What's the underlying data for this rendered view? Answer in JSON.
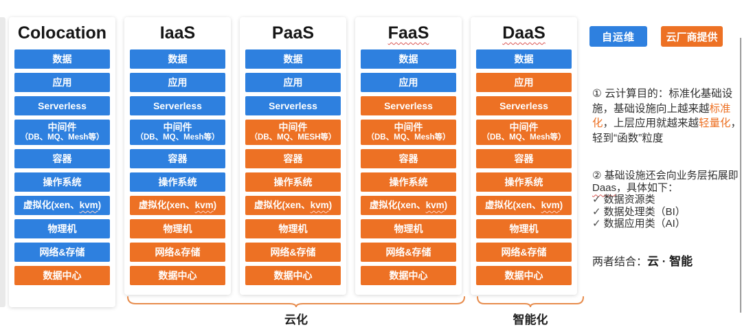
{
  "colors": {
    "blue": "#2E80DF",
    "orange": "#ED7124",
    "highlight": "#ED7124",
    "brace": "#E78B4B",
    "squiggle_red": "#D9534F",
    "squiggle_white": "#FFD6CC"
  },
  "legend": {
    "items": [
      {
        "label": "自运维",
        "type": "blue"
      },
      {
        "label": "云厂商提供",
        "type": "orange"
      }
    ]
  },
  "columns": [
    {
      "id": "colocation",
      "title": "Colocation",
      "title_wavy": false,
      "tall": true,
      "blocks": [
        {
          "label": "数据",
          "color": "blue"
        },
        {
          "label": "应用",
          "color": "blue"
        },
        {
          "label": "Serverless",
          "color": "blue"
        },
        {
          "label": "中间件",
          "sub": "（DB、MQ、Mesh等）",
          "color": "blue"
        },
        {
          "label": "容器",
          "color": "blue"
        },
        {
          "label": "操作系统",
          "color": "blue"
        },
        {
          "pre": "虚拟化(xen、",
          "wavy": "kvm",
          "post": ")",
          "color": "blue"
        },
        {
          "label": "物理机",
          "color": "blue"
        },
        {
          "label": "网络&存储",
          "color": "blue"
        },
        {
          "label": "数据中心",
          "color": "orange"
        }
      ]
    },
    {
      "id": "iaas",
      "title": "IaaS",
      "title_wavy": false,
      "tall": false,
      "blocks": [
        {
          "label": "数据",
          "color": "blue"
        },
        {
          "label": "应用",
          "color": "blue"
        },
        {
          "label": "Serverless",
          "color": "blue"
        },
        {
          "label": "中间件",
          "sub": "（DB、MQ、Mesh等）",
          "color": "blue"
        },
        {
          "label": "容器",
          "color": "blue"
        },
        {
          "label": "操作系统",
          "color": "blue"
        },
        {
          "pre": "虚拟化(xen、",
          "wavy": "kvm",
          "post": ")",
          "color": "orange"
        },
        {
          "label": "物理机",
          "color": "orange"
        },
        {
          "label": "网络&存储",
          "color": "orange"
        },
        {
          "label": "数据中心",
          "color": "orange"
        }
      ]
    },
    {
      "id": "paas",
      "title": "PaaS",
      "title_wavy": false,
      "tall": false,
      "blocks": [
        {
          "label": "数据",
          "color": "blue"
        },
        {
          "label": "应用",
          "color": "blue"
        },
        {
          "label": "Serverless",
          "color": "blue"
        },
        {
          "label": "中间件",
          "sub": "（DB、MQ、MESH等）",
          "color": "orange"
        },
        {
          "label": "容器",
          "color": "orange"
        },
        {
          "label": "操作系统",
          "color": "orange"
        },
        {
          "pre": "虚拟化(xen、",
          "wavy": "kvm",
          "post": ")",
          "color": "orange"
        },
        {
          "label": "物理机",
          "color": "orange"
        },
        {
          "label": "网络&存储",
          "color": "orange"
        },
        {
          "label": "数据中心",
          "color": "orange"
        }
      ]
    },
    {
      "id": "faas",
      "title": "FaaS",
      "title_wavy": true,
      "tall": false,
      "blocks": [
        {
          "label": "数据",
          "color": "blue"
        },
        {
          "label": "应用",
          "color": "blue"
        },
        {
          "label": "Serverless",
          "color": "orange"
        },
        {
          "label": "中间件",
          "sub": "（DB、MQ、Mesh等）",
          "color": "orange"
        },
        {
          "label": "容器",
          "color": "orange"
        },
        {
          "label": "操作系统",
          "color": "orange"
        },
        {
          "pre": "虚拟化(xen、",
          "wavy": "kvm",
          "post": ")",
          "color": "orange"
        },
        {
          "label": "物理机",
          "color": "orange"
        },
        {
          "label": "网络&存储",
          "color": "orange"
        },
        {
          "label": "数据中心",
          "color": "orange"
        }
      ]
    },
    {
      "id": "daas",
      "title": "DaaS",
      "title_wavy": true,
      "tall": false,
      "blocks": [
        {
          "label": "数据",
          "color": "blue"
        },
        {
          "label": "应用",
          "color": "orange"
        },
        {
          "label": "Serverless",
          "color": "orange"
        },
        {
          "label": "中间件",
          "sub": "（DB、MQ、Mesh等）",
          "color": "orange"
        },
        {
          "label": "容器",
          "color": "orange"
        },
        {
          "label": "操作系统",
          "color": "orange"
        },
        {
          "pre": "虚拟化(xen、",
          "wavy": "kvm",
          "post": ")",
          "color": "orange"
        },
        {
          "label": "物理机",
          "color": "orange"
        },
        {
          "label": "网络&存储",
          "color": "orange"
        },
        {
          "label": "数据中心",
          "color": "orange"
        }
      ]
    }
  ],
  "braces": [
    {
      "label": "云化"
    },
    {
      "label": "智能化"
    }
  ],
  "notes": {
    "note1": {
      "seg1": "① 云计算目的：标准化基础设施，基础设施向上越来越",
      "hl1": "标准化",
      "seg2": "，上层应用就越来越",
      "hl2": "轻量化",
      "seg3": "，轻到“函数”粒度"
    },
    "note2": {
      "seg1": "② 基础设施还会向业务层拓展即",
      "wavy": "Daas",
      "seg2": "，具体如下：",
      "check": "✓",
      "items": [
        "数据资源类",
        "数据处理类（BI）",
        "数据应用类（AI）"
      ]
    },
    "note3": {
      "prefix": "两者结合：",
      "bold": "云 · 智能"
    }
  }
}
